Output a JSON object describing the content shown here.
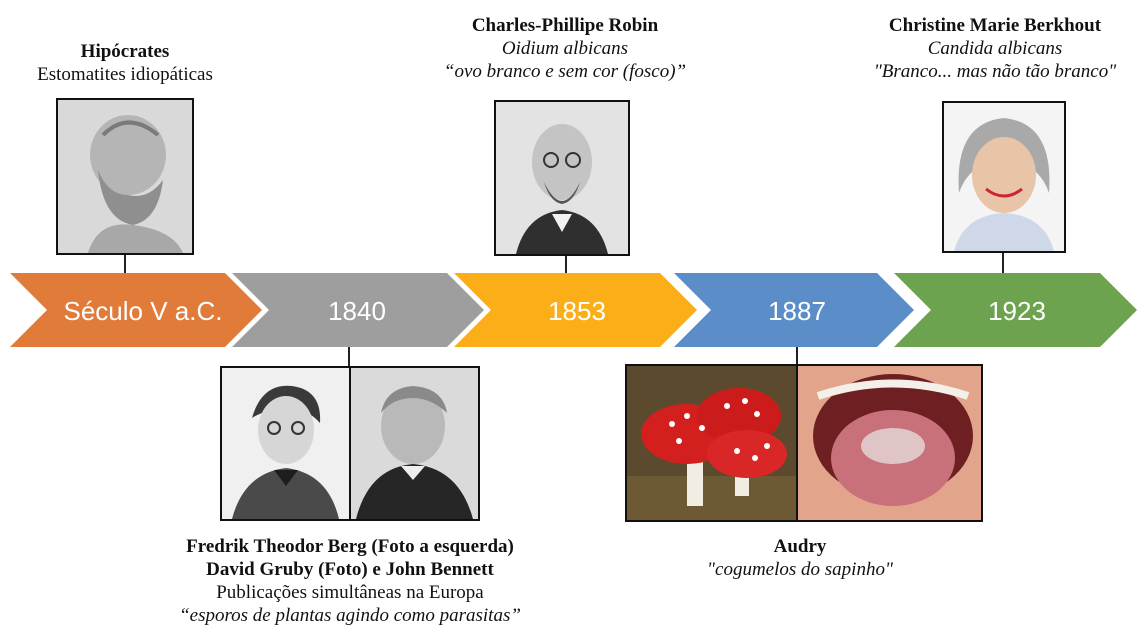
{
  "colors": {
    "stage1": "#E07B39",
    "stage2": "#9E9E9E",
    "stage3": "#FBAE17",
    "stage4": "#5B8EC8",
    "stage5": "#6DA24E"
  },
  "timeline": {
    "stages": [
      {
        "label": "Século V a.C."
      },
      {
        "label": "1840"
      },
      {
        "label": "1853"
      },
      {
        "label": "1887"
      },
      {
        "label": "1923"
      }
    ]
  },
  "hipocrates": {
    "name": "Hipócrates",
    "line1": "Estomatites idiopáticas"
  },
  "robin": {
    "name": "Charles-Phillipe Robin",
    "term": "Oidium albicans",
    "quote": "“ovo branco e sem cor (fosco)”"
  },
  "berkhout": {
    "name": "Christine Marie Berkhout",
    "term": "Candida albicans",
    "quote": "\"Branco... mas não tão branco\""
  },
  "berg": {
    "name1": "Fredrik Theodor Berg (Foto a esquerda)",
    "name2": "David Gruby (Foto) e John Bennett",
    "line": "Publicações simultâneas na Europa",
    "quote": "“esporos de plantas agindo como parasitas”"
  },
  "audry": {
    "name": "Audry",
    "quote": "\"cogumelos do sapinho\""
  }
}
